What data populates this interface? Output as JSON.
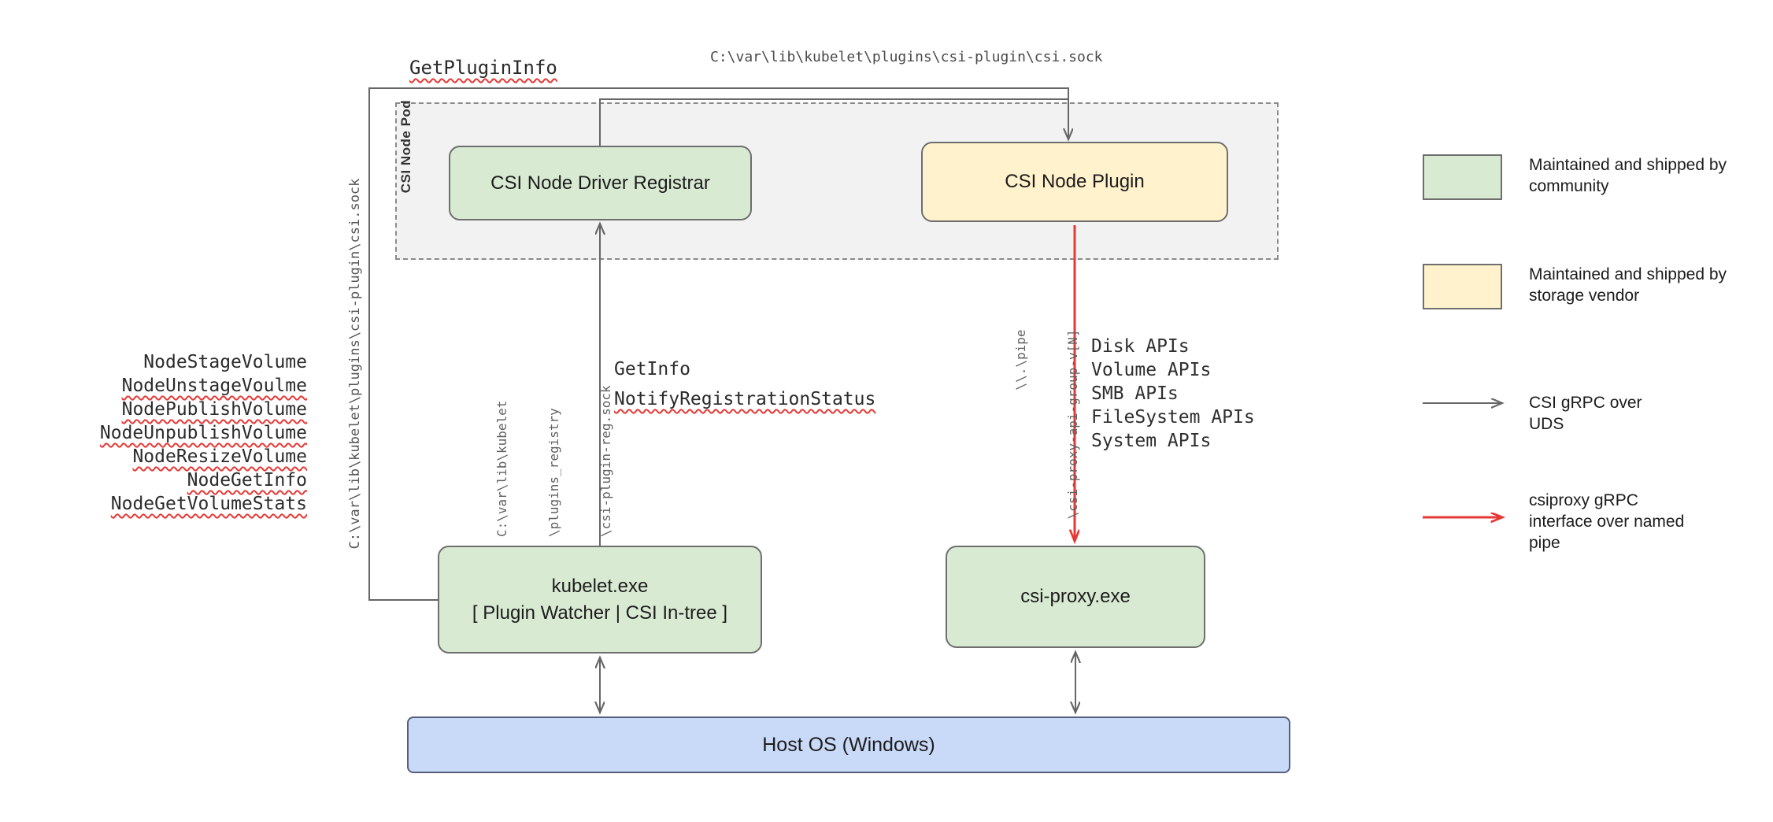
{
  "pod": {
    "label": "CSI Node Pod"
  },
  "nodes": {
    "registrar": "CSI Node Driver Registrar",
    "plugin": "CSI Node Plugin",
    "kubelet_title": "kubelet.exe",
    "kubelet_subtitle": "[ Plugin Watcher | CSI In-tree ]",
    "csi_proxy": "csi-proxy.exe",
    "host_os": "Host OS (Windows)"
  },
  "edge_labels": {
    "get_plugin_info": "GetPluginInfo",
    "csi_sock_path_top": "C:\\var\\lib\\kubelet\\plugins\\csi-plugin\\csi.sock",
    "csi_sock_path_left": "C:\\var\\lib\\kubelet\\plugins\\csi-plugin\\csi.sock",
    "reg_sock_lines": [
      "C:\\var\\lib\\kubelet",
      "\\plugins_registry",
      "\\csi-plugin-reg.sock"
    ],
    "get_info": "GetInfo",
    "notify_registration_status": "NotifyRegistrationStatus",
    "pipe_lines": [
      "\\\\.\\pipe",
      "\\csi-proxy-api-group-v[N]"
    ]
  },
  "node_calls": [
    "NodeStageVolume",
    "NodeUnstageVoulme",
    "NodePublishVolume",
    "NodeUnpublishVolume",
    "NodeResizeVolume",
    "NodeGetInfo",
    "NodeGetVolumeStats"
  ],
  "api_list": [
    "Disk APIs",
    "Volume APIs",
    "SMB APIs",
    "FileSystem APIs",
    "System APIs"
  ],
  "legend": {
    "community": "Maintained and shipped by community",
    "vendor": "Maintained and shipped by storage vendor",
    "uds": "CSI gRPC over UDS",
    "pipe": "csiproxy gRPC interface over named pipe"
  },
  "colors": {
    "community_green": "#d9ead3",
    "vendor_yellow": "#fff2cc",
    "host_blue": "#c9daf8",
    "line_gray": "#666666",
    "pipe_red": "#e53935"
  }
}
